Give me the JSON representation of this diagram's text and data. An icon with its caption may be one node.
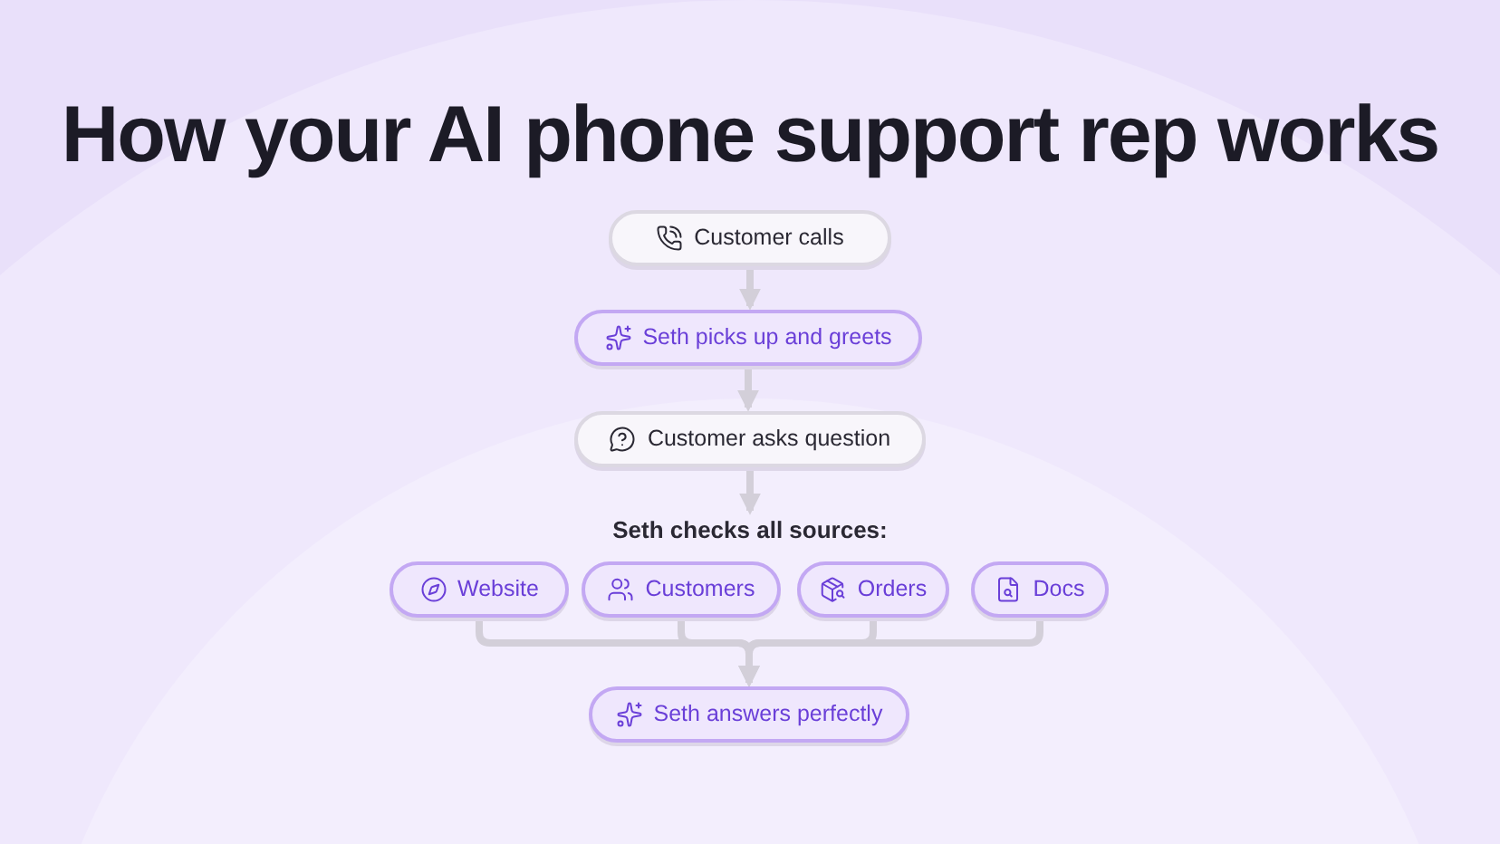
{
  "diagram": {
    "title": "How your AI phone support rep works",
    "nodes": [
      {
        "text": [
          "Customer calls"
        ]
      },
      {
        "text": [
          "Seth picks up and greets"
        ]
      },
      {
        "text": [
          "Customer asks question"
        ]
      },
      {
        "text": [
          "Seth checks all sources:"
        ]
      },
      {
        "text": [
          "Website"
        ]
      },
      {
        "text": [
          "Customers"
        ]
      },
      {
        "text": [
          "Orders"
        ]
      },
      {
        "text": [
          "Docs"
        ]
      },
      {
        "text": [
          "Seth answers perfectly"
        ]
      }
    ],
    "edges": [
      {
        "from": 0,
        "to": 1,
        "arrow": "to"
      },
      {
        "from": 1,
        "to": 2,
        "arrow": "to"
      },
      {
        "from": 2,
        "to": 3,
        "arrow": "to"
      },
      {
        "from": 4,
        "to": 8,
        "arrow": "to"
      },
      {
        "from": 5,
        "to": 8,
        "arrow": "to"
      },
      {
        "from": 6,
        "to": 8,
        "arrow": "to"
      },
      {
        "from": 7,
        "to": 8,
        "arrow": "to"
      }
    ]
  }
}
